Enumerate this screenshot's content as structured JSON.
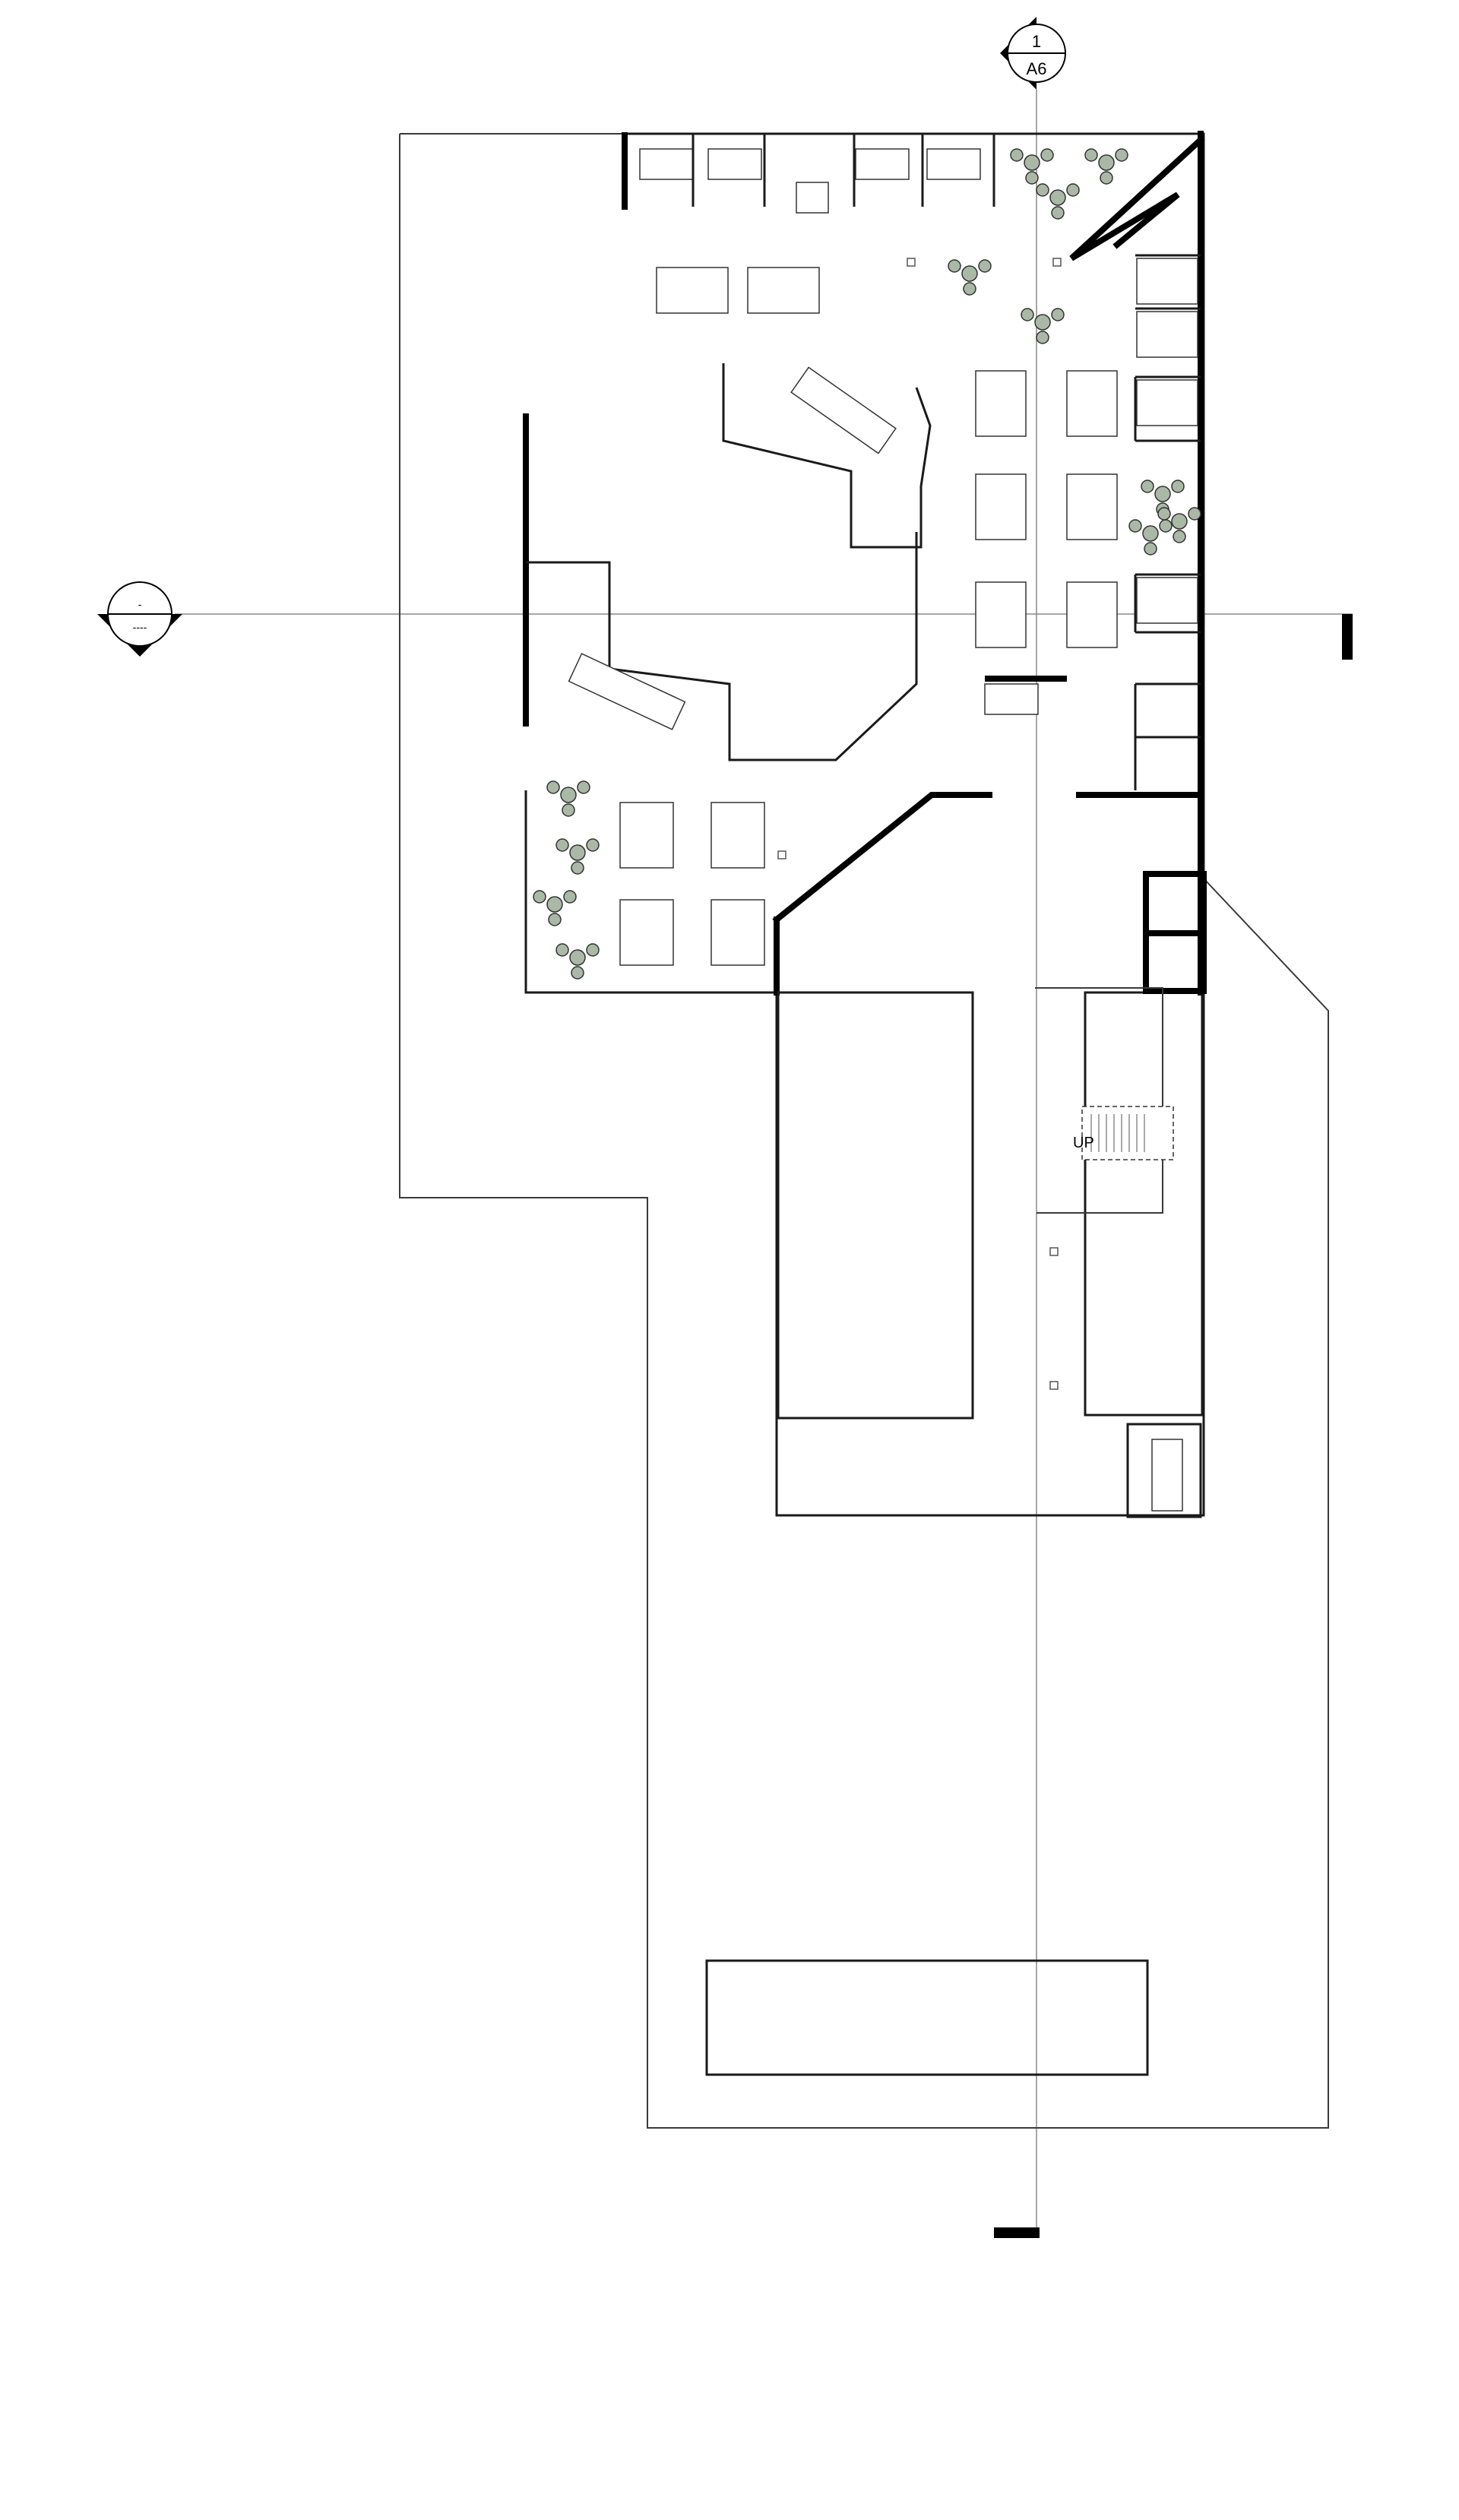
{
  "section_marker_north": {
    "number": "1",
    "sheet": "A6"
  },
  "section_marker_west": {
    "number": "-",
    "sheet": "----"
  },
  "stair_label": "UP"
}
